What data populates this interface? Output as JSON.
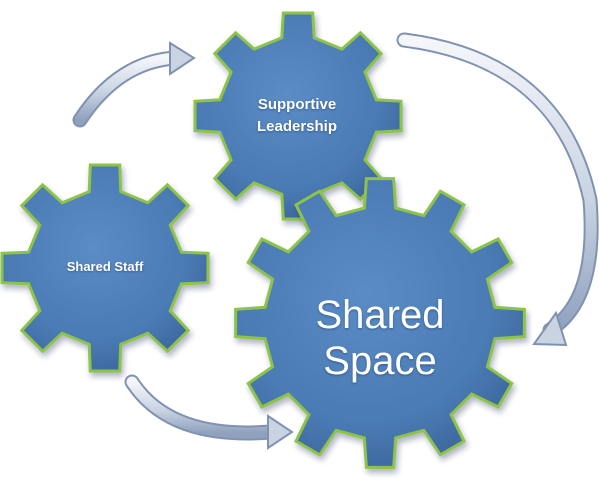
{
  "diagram": {
    "gears": [
      {
        "id": "leadership",
        "line1": "Supportive",
        "line2": "Leadership"
      },
      {
        "id": "staff",
        "label": "Shared Staff"
      },
      {
        "id": "space",
        "line1": "Shared",
        "line2": "Space"
      }
    ],
    "colors": {
      "gear_fill": "#4a7ab4",
      "gear_outline": "#8ec34a",
      "arrow_fill": "#c9d3e2",
      "arrow_edge": "#7f93b1"
    }
  }
}
